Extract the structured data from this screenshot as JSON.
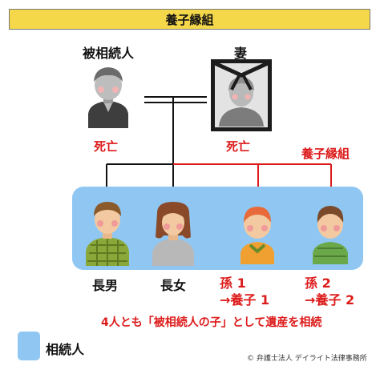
{
  "title": "養子縁組",
  "deceased_father": {
    "name": "被相続人",
    "status": "死亡"
  },
  "wife": {
    "name": "妻",
    "status": "死亡"
  },
  "adoption_label": "養子縁組",
  "children": [
    {
      "line1": "長男",
      "line2": ""
    },
    {
      "line1": "長女",
      "line2": ""
    },
    {
      "line1": "孫 1",
      "line2": "→養子 1"
    },
    {
      "line1": "孫 2",
      "line2": "→養子 2"
    }
  ],
  "conclusion": "4人とも「被相続人の子」として遺産を相続",
  "legend": {
    "label": "相続人"
  },
  "copyright": "© 弁護士法人 デイライト法律事務所",
  "colors": {
    "title_bg": "#f4d84a",
    "heir_band": "#8fc7f2",
    "line_black": "#111111",
    "line_red": "#dd1a1a",
    "text_red": "#dd1a1a"
  },
  "icons": [
    "deceased-father-figure-icon",
    "wife-memorial-portrait-icon",
    "son-figure-icon",
    "daughter-figure-icon",
    "grandchild-boy-figure-icon",
    "grandchild-girl-figure-icon"
  ]
}
